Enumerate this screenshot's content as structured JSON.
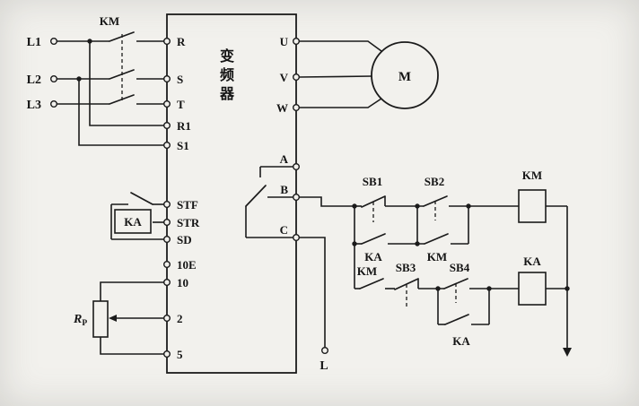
{
  "inverter": {
    "title_chars": [
      "变",
      "频",
      "器"
    ],
    "left_terminals": [
      "R",
      "S",
      "T",
      "R1",
      "S1",
      "STF",
      "STR",
      "SD",
      "10E",
      "10",
      "2",
      "5"
    ],
    "right_terminals": [
      "U",
      "V",
      "W",
      "A",
      "B",
      "C"
    ]
  },
  "power": {
    "lines": [
      "L1",
      "L2",
      "L3"
    ],
    "contactor": "KM"
  },
  "input_contact": {
    "label": "KA"
  },
  "potentiometer": {
    "name": "R",
    "sub": "P"
  },
  "motor": {
    "label": "M"
  },
  "control": {
    "l_terminal": "L",
    "sb1": "SB1",
    "sb2": "SB2",
    "sb3": "SB3",
    "sb4": "SB4",
    "ka_parallel": "KA",
    "km_parallel": "KM",
    "km_series": "KM",
    "km_coil": "KM",
    "ka_coil": "KA",
    "ka_latch": "KA"
  },
  "colors": {
    "ink": "#1b1b1b",
    "paper": "#f2f1ed"
  }
}
